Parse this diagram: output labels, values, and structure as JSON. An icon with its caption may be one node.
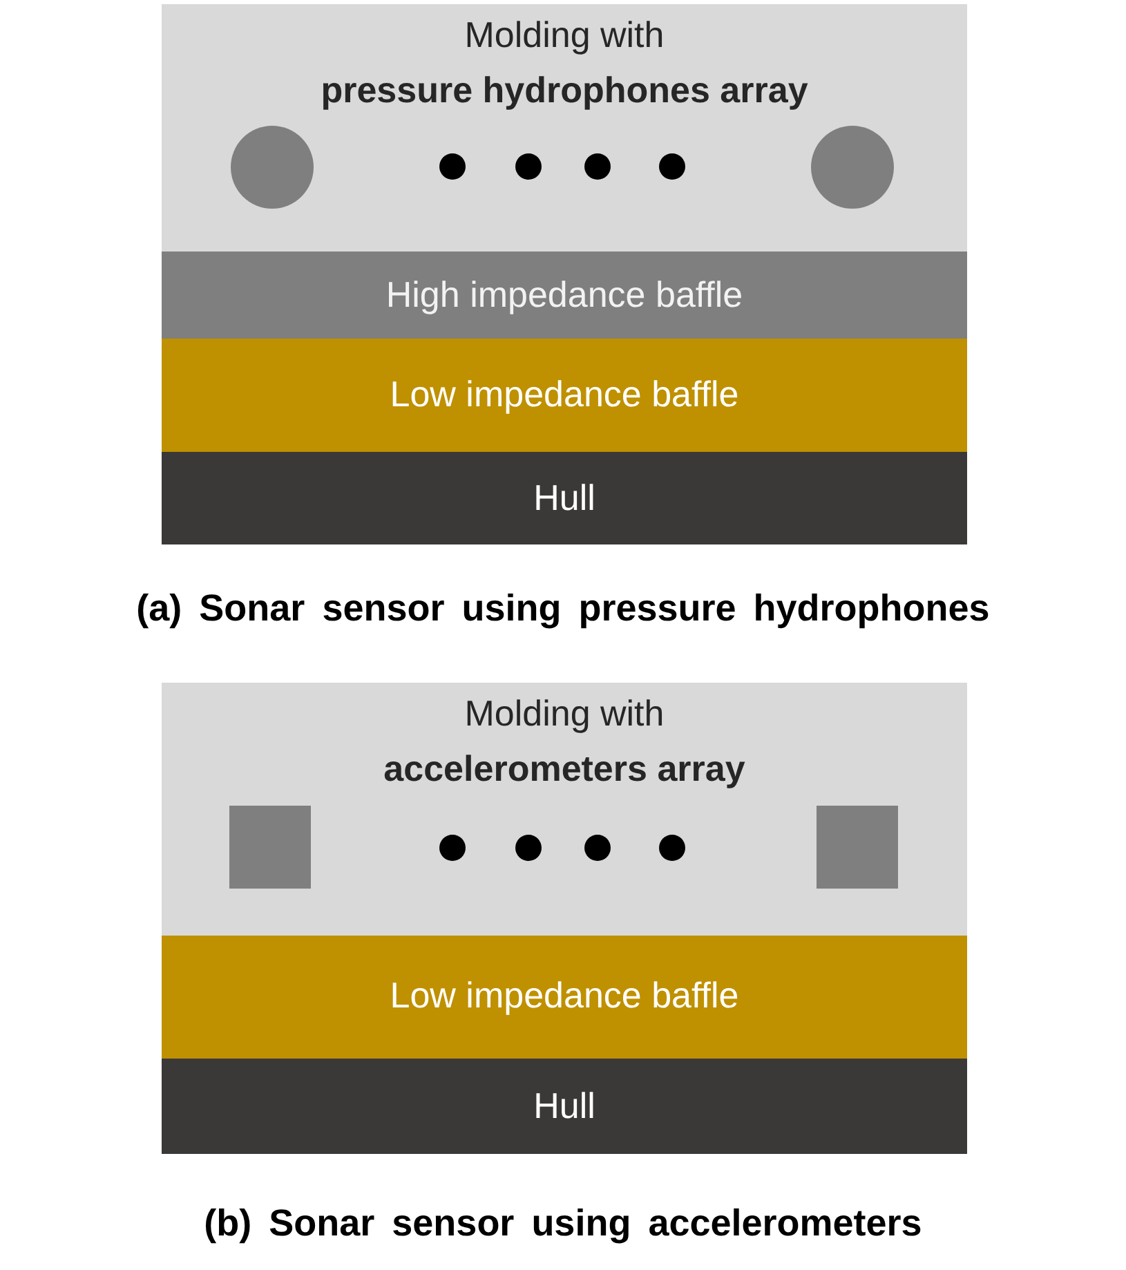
{
  "diagram": {
    "nodes": [
      {
        "text": [
          "Molding with **pressure hydrophones array**"
        ]
      },
      {
        "text": [
          "High impedance baffle"
        ]
      },
      {
        "text": [
          "Low impedance baffle"
        ]
      },
      {
        "text": [
          "Hull"
        ]
      },
      {
        "text": [
          "Molding with **accelerometers array**"
        ]
      },
      {
        "text": [
          "Low impedance baffle"
        ]
      },
      {
        "text": [
          "Hull"
        ]
      }
    ],
    "labels": [
      "(a) Sonar sensor using pressure hydrophones",
      "(b) Sonar sensor using accelerometers"
    ]
  }
}
